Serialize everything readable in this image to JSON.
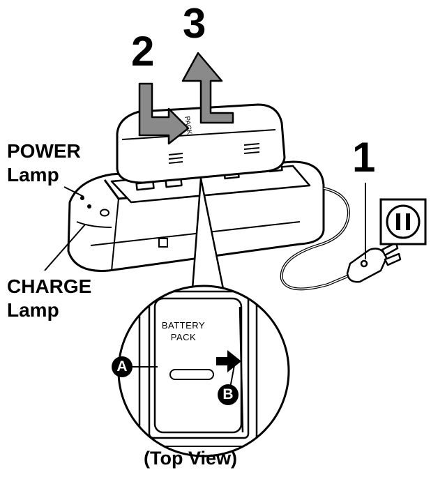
{
  "steps": {
    "step1": "1",
    "step2": "2",
    "step3": "3"
  },
  "lamps": {
    "power_line1": "POWER",
    "power_line2": "Lamp",
    "charge_line1": "CHARGE",
    "charge_line2": "Lamp"
  },
  "battery": {
    "label_line1": "BATTERY",
    "label_line2": "PACK",
    "small_label": "PACK"
  },
  "markers": {
    "a": "A",
    "b": "B"
  },
  "detail": {
    "caption": "(Top View)"
  },
  "colors": {
    "ink": "#000000",
    "arrow_gray": "#8a8a8a",
    "paper": "#ffffff"
  }
}
